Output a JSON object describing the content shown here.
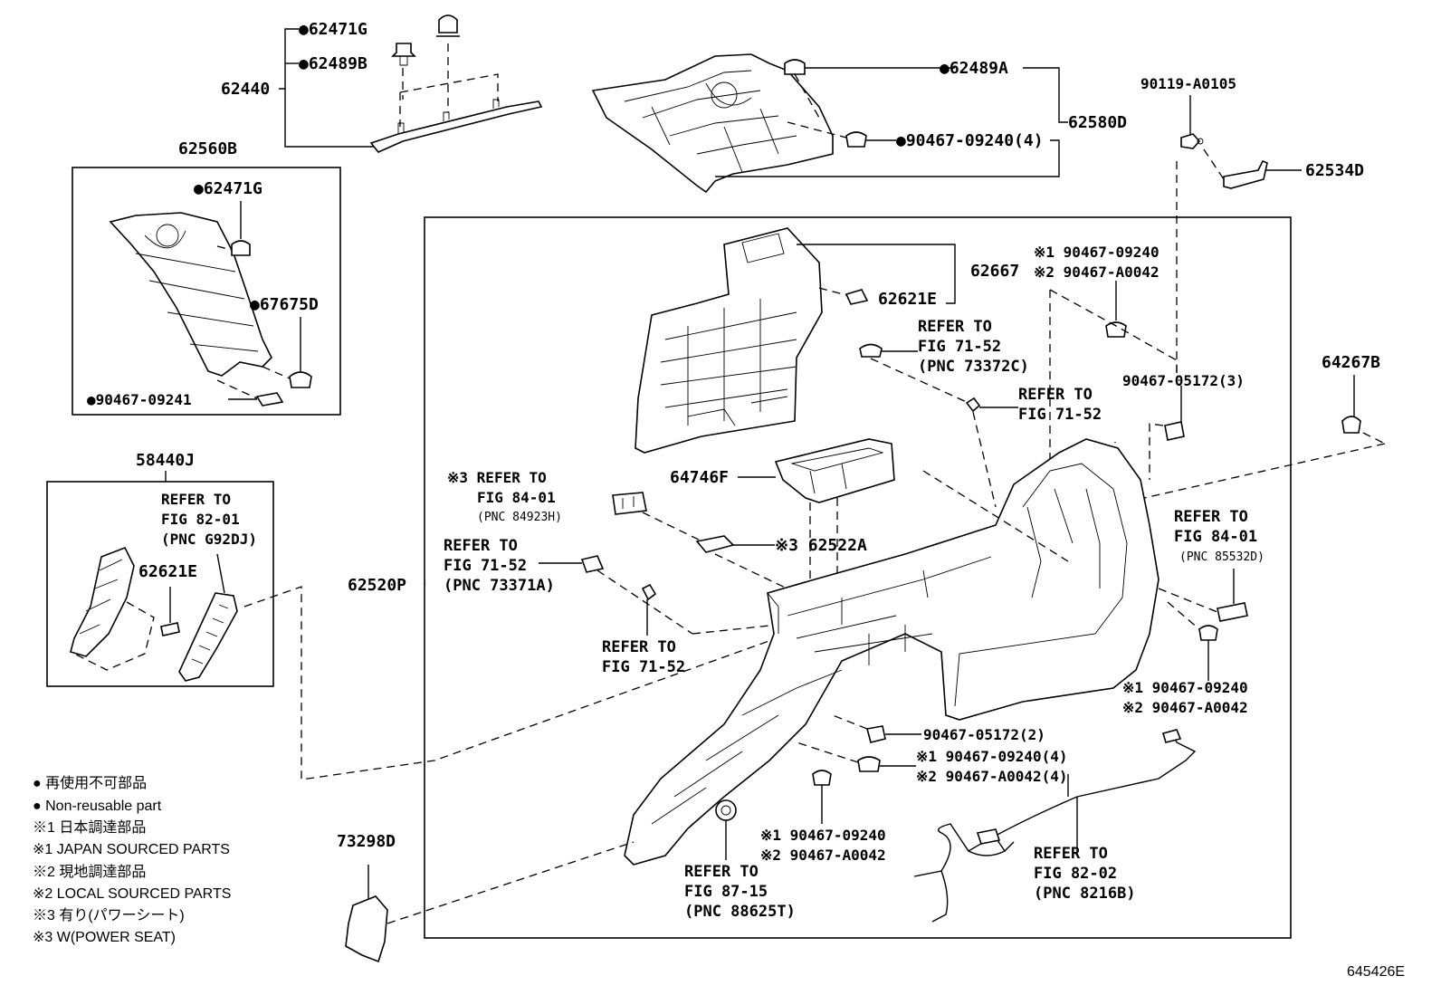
{
  "labels": {
    "p62471g_top": "●62471G",
    "p62489b": "●62489B",
    "p62440": "62440",
    "p62489a": "●62489A",
    "p90467_09240_4_top": "●90467-09240(4)",
    "p62580d": "62580D",
    "p90119": "90119-A0105",
    "p62534d": "62534D",
    "p62560b": "62560B",
    "p62471g_box": "●62471G",
    "p67675d": "●67675D",
    "p90467_09241": "●90467-09241",
    "p62667": "62667",
    "p62621e_right": "62621E",
    "r1_90467_09240": "※1 90467-09240",
    "r2_90467_a0042": "※2 90467-A0042",
    "refer_71_52_c_1": "REFER TO",
    "refer_71_52_c_2": "FIG 71-52",
    "refer_71_52_c_3": "(PNC 73372C)",
    "refer_71_52_b_1": "REFER TO",
    "refer_71_52_b_2": "FIG 71-52",
    "p90467_05172_3": "90467-05172(3)",
    "p64267b": "64267B",
    "p58440j": "58440J",
    "refer_82_01_1": "REFER TO",
    "refer_82_01_2": "FIG 82-01",
    "refer_82_01_3": "(PNC G92DJ)",
    "p62621e_box": "62621E",
    "refer_84_01_a_1": "※3 REFER TO",
    "refer_84_01_a_2": "FIG 84-01",
    "refer_84_01_a_3": "(PNC 84923H)",
    "p64746f": "64746F",
    "refer_71_52_a_1": "REFER TO",
    "refer_71_52_a_2": "FIG 71-52",
    "refer_71_52_a_3": "(PNC 73371A)",
    "p62522a": "※3 62522A",
    "p62520p": "62520P",
    "refer_71_52_d_1": "REFER TO",
    "refer_71_52_d_2": "FIG 71-52",
    "refer_84_01_b_1": "REFER TO",
    "refer_84_01_b_2": "FIG 84-01",
    "refer_84_01_b_3": "(PNC 85532D)",
    "r1_mid_right": "※1 90467-09240",
    "r2_mid_right": "※2 90467-A0042",
    "p90467_05172_2": "90467-05172(2)",
    "r1_90467_09240_4": "※1 90467-09240(4)",
    "r2_90467_a0042_4": "※2 90467-A0042(4)",
    "r1_bottom": "※1 90467-09240",
    "r2_bottom": "※2 90467-A0042",
    "refer_87_15_1": "REFER TO",
    "refer_87_15_2": "FIG 87-15",
    "refer_87_15_3": "(PNC 88625T)",
    "refer_82_02_1": "REFER TO",
    "refer_82_02_2": "FIG 82-02",
    "refer_82_02_3": "(PNC 8216B)",
    "p73298d": "73298D",
    "image_id": "645426E"
  },
  "legend": [
    "● 再使用不可部品",
    "● Non-reusable part",
    "※1 日本調達部品",
    "※1 JAPAN SOURCED PARTS",
    "※2 現地調達部品",
    "※2 LOCAL SOURCED PARTS",
    "※3 有り(パワーシート)",
    "※3 W(POWER SEAT)"
  ]
}
